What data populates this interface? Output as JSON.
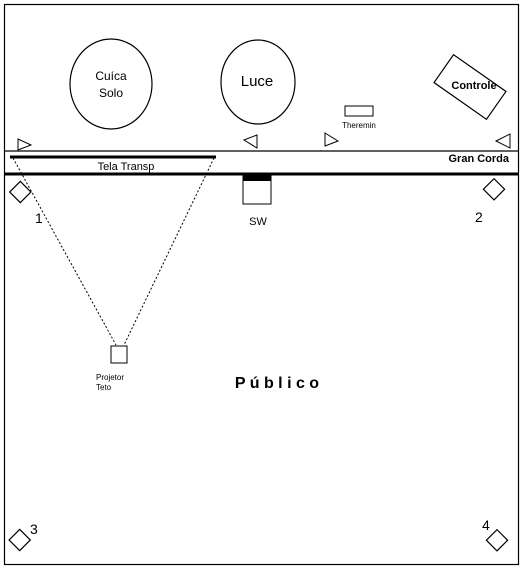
{
  "circles": {
    "cuica": [
      "Cuíca",
      "Solo"
    ],
    "luce": "Luce"
  },
  "controle": "Controle",
  "theremin": "Theremin",
  "gran_corda": "Gran Corda",
  "tela_transp": "Tela Transp",
  "sw": "SW",
  "projetor": [
    "Projetor",
    "Teto"
  ],
  "publico": "P ú b l i c o",
  "speakers": [
    "1",
    "2",
    "3",
    "4"
  ]
}
